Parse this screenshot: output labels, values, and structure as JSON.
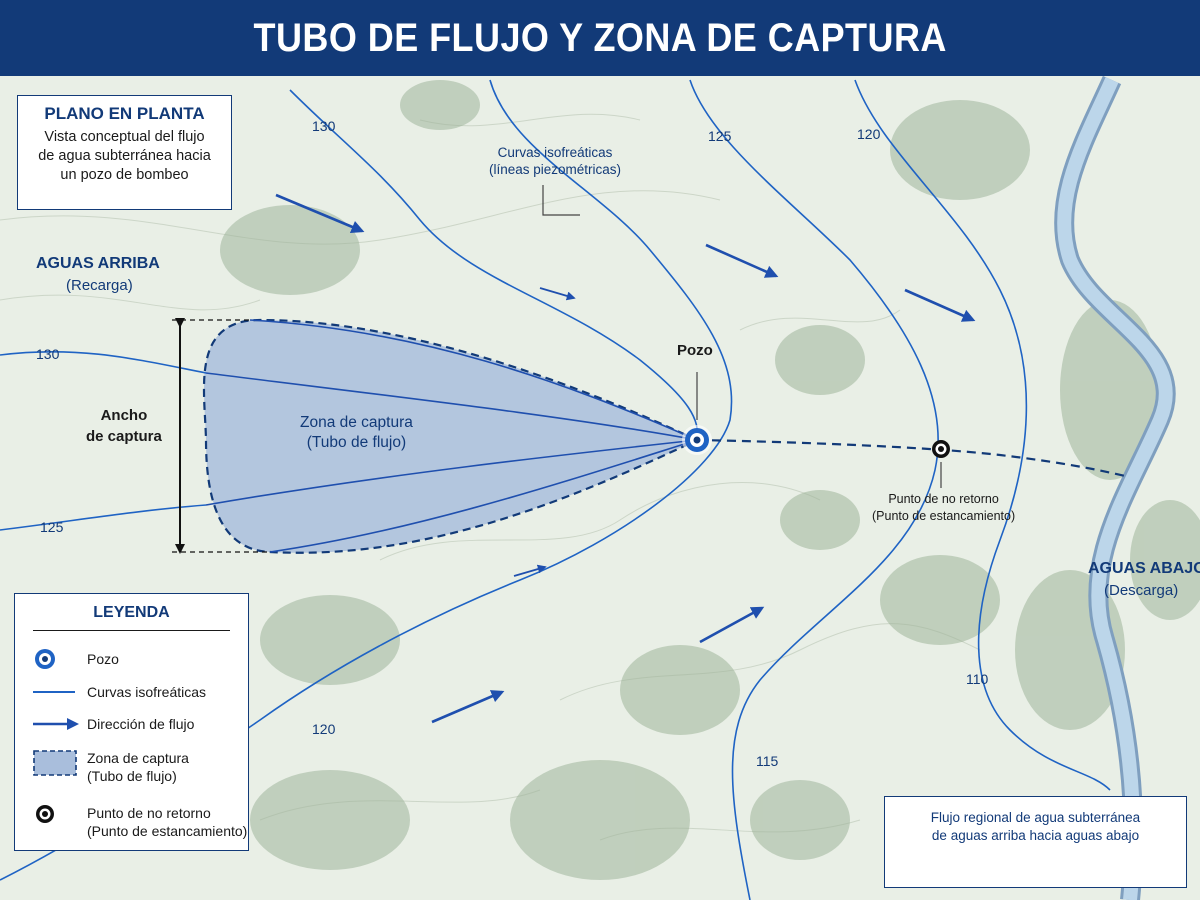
{
  "title": "TUBO DE FLUJO Y ZONA DE CAPTURA",
  "plan": {
    "heading": "PLANO EN PLANTA",
    "desc1": "Vista conceptual del flujo",
    "desc2": "de agua subterránea hacia",
    "desc3": "un pozo de bombeo"
  },
  "upstream": {
    "title": "AGUAS ARRIBA",
    "sub": "(Recarga)"
  },
  "downstream": {
    "title": "AGUAS ABAJO",
    "sub": "(Descarga)"
  },
  "contour_labels": {
    "c130_top": "130",
    "c130_left": "130",
    "c125_left": "125",
    "c125_top": "125",
    "c120_top": "120",
    "c120_bottom": "120",
    "c115": "115",
    "c110": "110"
  },
  "isolines_label": {
    "line1": "Curvas isofreáticas",
    "line2": "(líneas piezométricas)"
  },
  "well_label": "Pozo",
  "capture_zone_label": {
    "line1": "Zona de captura",
    "line2": "(Tubo de flujo)"
  },
  "capture_width_label": {
    "line1": "Ancho",
    "line2": "de captura"
  },
  "stagnation_label": {
    "line1": "Punto de no retorno",
    "line2": "(Punto de estancamiento)"
  },
  "legend": {
    "title": "LEYENDA",
    "items": [
      {
        "icon": "well-icon",
        "label": "Pozo"
      },
      {
        "icon": "isoline-icon",
        "label": "Curvas isofreáticas"
      },
      {
        "icon": "flow-arrow-icon",
        "label": "Dirección de flujo"
      },
      {
        "icon": "capture-zone-icon",
        "label": "Zona de captura",
        "label2": "(Tubo de flujo)"
      },
      {
        "icon": "stagnation-point-icon",
        "label": "Punto de no retorno",
        "label2": "(Punto de estancamiento)"
      }
    ]
  },
  "regional_flow": {
    "line1": "Flujo regional de agua subterránea",
    "line2": "de aguas arriba hacia aguas abajo"
  },
  "colors": {
    "header": "#123a78",
    "contour": "#1f63c4",
    "capture_fill": "#a9bedc",
    "river": "#b9d3e6",
    "terrain": "#e9efe6",
    "vegetation": "#98ae90"
  }
}
